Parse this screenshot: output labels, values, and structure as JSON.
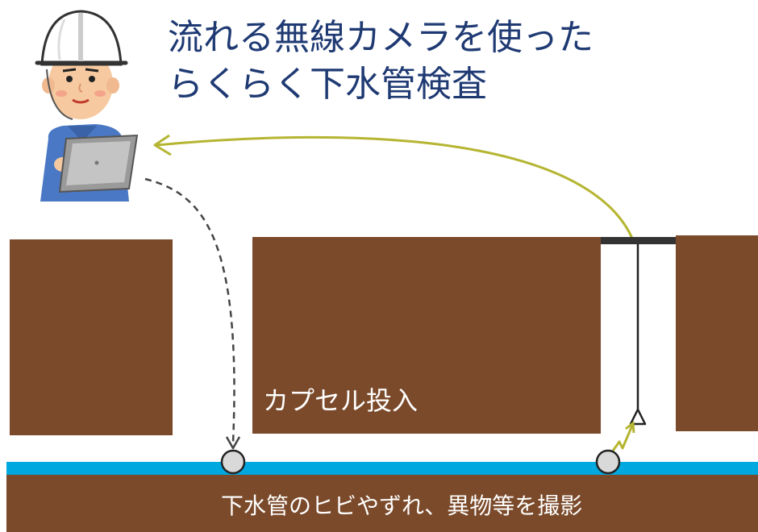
{
  "title": {
    "line1": "流れる無線カメラを使った",
    "line2": "らくらく下水管検査"
  },
  "labels": {
    "capsule_insert": "カプセル投入",
    "pipe_caption": "下水管のヒビやずれ、異物等を撮影"
  },
  "colors": {
    "soil": "#7b4a2a",
    "water": "#00a8e0",
    "title_text": "#1f3a73",
    "signal_arrow": "#b5b532",
    "drop_arrow": "#444444",
    "capsule": "#d9d9d9"
  },
  "icons": {
    "worker": "worker-with-tablet-illustration",
    "capsule": "circle-capsule-icon",
    "receiver": "triangle-receiver-icon",
    "signal": "lightning-bolt-icon"
  }
}
